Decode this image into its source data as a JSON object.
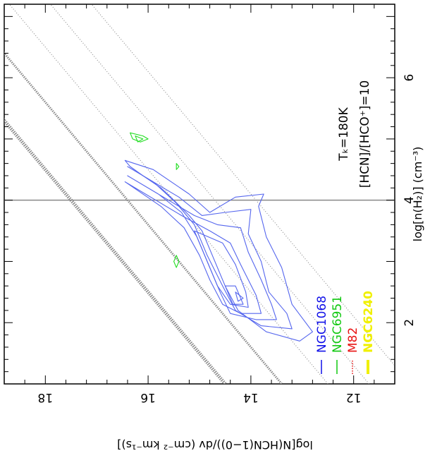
{
  "chart_data": {
    "type": "line",
    "orientation": "rotated-90-clockwise",
    "x_axis": {
      "label": "log[n(H₂)] (cm⁻³)",
      "ticks": [
        "2",
        "4",
        "6"
      ],
      "range": [
        1.0,
        7.2
      ]
    },
    "y_axis": {
      "label": "log[N(HCN(1−0))/dv (cm⁻² km⁻¹s)]",
      "ticks": [
        "12",
        "14",
        "16",
        "18"
      ],
      "range": [
        11.2,
        18.8
      ]
    },
    "annotation": {
      "line1": "Tₖ=180K",
      "line2": "[HCN]/[HCO⁺]=10"
    },
    "reference_line_x": 4.0,
    "model_lines": [
      {
        "style": "thick-dotted",
        "points": [
          [
            1.0,
            14.5
          ],
          [
            7.2,
            20.7
          ]
        ]
      },
      {
        "style": "thick-dotted",
        "points": [
          [
            1.0,
            13.4
          ],
          [
            7.2,
            19.6
          ]
        ]
      },
      {
        "style": "dotted",
        "points": [
          [
            1.0,
            12.5
          ],
          [
            7.2,
            18.7
          ]
        ]
      },
      {
        "style": "dotted",
        "points": [
          [
            1.0,
            11.7
          ],
          [
            7.2,
            17.9
          ]
        ]
      },
      {
        "style": "dotted",
        "points": [
          [
            1.0,
            10.9
          ],
          [
            7.2,
            17.1
          ]
        ]
      }
    ],
    "legend": [
      {
        "label": "NGC1068",
        "color": "#1010e8",
        "style": "solid"
      },
      {
        "label": "NGC6951",
        "color": "#10c810",
        "style": "solid"
      },
      {
        "label": "M82",
        "color": "#e81010",
        "style": "dotted"
      },
      {
        "label": "NGC6240",
        "color": "#f0f000",
        "style": "thick"
      }
    ],
    "contours": [
      {
        "series": "NGC1068",
        "color": "#5566ee",
        "levels": [
          [
            [
              4.65,
              16.45
            ],
            [
              4.55,
              16.35
            ],
            [
              4.4,
              16.1
            ],
            [
              4.2,
              15.75
            ],
            [
              4.0,
              15.5
            ],
            [
              3.75,
              15.2
            ],
            [
              3.5,
              14.95
            ],
            [
              3.1,
              14.75
            ],
            [
              2.6,
              14.5
            ],
            [
              2.2,
              14.25
            ],
            [
              1.85,
              13.7
            ],
            [
              1.7,
              13.05
            ],
            [
              1.85,
              12.8
            ],
            [
              2.3,
              13.2
            ],
            [
              2.9,
              13.4
            ],
            [
              3.4,
              13.7
            ],
            [
              3.9,
              13.85
            ],
            [
              4.1,
              13.75
            ],
            [
              4.05,
              14.3
            ],
            [
              3.8,
              14.8
            ],
            [
              4.1,
              15.2
            ],
            [
              4.5,
              15.9
            ],
            [
              4.65,
              16.45
            ]
          ],
          [
            [
              4.55,
              16.4
            ],
            [
              4.3,
              15.9
            ],
            [
              3.95,
              15.45
            ],
            [
              3.6,
              15.1
            ],
            [
              3.1,
              14.85
            ],
            [
              2.6,
              14.55
            ],
            [
              2.2,
              14.3
            ],
            [
              1.95,
              13.8
            ],
            [
              1.9,
              13.2
            ],
            [
              2.15,
              13.3
            ],
            [
              2.5,
              13.65
            ],
            [
              3.0,
              13.8
            ],
            [
              3.45,
              14.05
            ],
            [
              3.85,
              14.0
            ],
            [
              3.8,
              14.5
            ],
            [
              3.75,
              14.95
            ],
            [
              4.05,
              15.4
            ],
            [
              4.55,
              16.4
            ]
          ],
          [
            [
              4.4,
              16.4
            ],
            [
              4.1,
              15.8
            ],
            [
              3.8,
              15.35
            ],
            [
              3.4,
              15.05
            ],
            [
              2.9,
              14.8
            ],
            [
              2.5,
              14.6
            ],
            [
              2.15,
              14.4
            ],
            [
              2.05,
              13.9
            ],
            [
              2.05,
              13.5
            ],
            [
              2.3,
              13.6
            ],
            [
              2.7,
              13.8
            ],
            [
              3.15,
              14.05
            ],
            [
              3.55,
              14.2
            ],
            [
              3.6,
              14.65
            ],
            [
              3.75,
              15.1
            ],
            [
              4.4,
              16.4
            ]
          ],
          [
            [
              4.3,
              16.45
            ],
            [
              3.9,
              15.75
            ],
            [
              3.55,
              15.3
            ],
            [
              3.1,
              15.0
            ],
            [
              2.7,
              14.8
            ],
            [
              2.3,
              14.55
            ],
            [
              2.15,
              14.2
            ],
            [
              2.15,
              13.8
            ],
            [
              2.45,
              13.9
            ],
            [
              2.95,
              14.2
            ],
            [
              3.3,
              14.4
            ],
            [
              3.5,
              14.8
            ],
            [
              3.75,
              15.35
            ],
            [
              4.3,
              16.45
            ]
          ],
          [
            [
              3.5,
              15.1
            ],
            [
              3.1,
              14.9
            ],
            [
              2.6,
              14.65
            ],
            [
              2.3,
              14.4
            ],
            [
              2.25,
              14.05
            ],
            [
              2.5,
              14.1
            ],
            [
              2.95,
              14.3
            ],
            [
              3.3,
              14.55
            ],
            [
              3.5,
              15.1
            ]
          ],
          [
            [
              2.6,
              14.5
            ],
            [
              2.3,
              14.35
            ],
            [
              2.3,
              14.15
            ],
            [
              2.6,
              14.3
            ],
            [
              2.6,
              14.5
            ]
          ],
          [
            [
              2.5,
              14.3
            ],
            [
              2.35,
              14.25
            ],
            [
              2.4,
              14.15
            ],
            [
              2.5,
              14.3
            ]
          ]
        ]
      },
      {
        "series": "NGC6951",
        "color": "#22dd22",
        "levels": [
          [
            [
              5.1,
              16.35
            ],
            [
              5.05,
              16.1
            ],
            [
              5.0,
              16.0
            ],
            [
              4.95,
              16.15
            ],
            [
              5.0,
              16.3
            ],
            [
              5.1,
              16.35
            ]
          ],
          [
            [
              5.05,
              16.25
            ],
            [
              5.0,
              16.1
            ],
            [
              4.95,
              16.2
            ],
            [
              5.05,
              16.25
            ]
          ],
          [
            [
              3.1,
              15.45
            ],
            [
              3.0,
              15.4
            ],
            [
              2.9,
              15.45
            ],
            [
              3.0,
              15.5
            ],
            [
              3.1,
              15.45
            ]
          ],
          [
            [
              4.6,
              15.45
            ],
            [
              4.55,
              15.4
            ],
            [
              4.5,
              15.45
            ],
            [
              4.6,
              15.45
            ]
          ]
        ]
      }
    ]
  }
}
